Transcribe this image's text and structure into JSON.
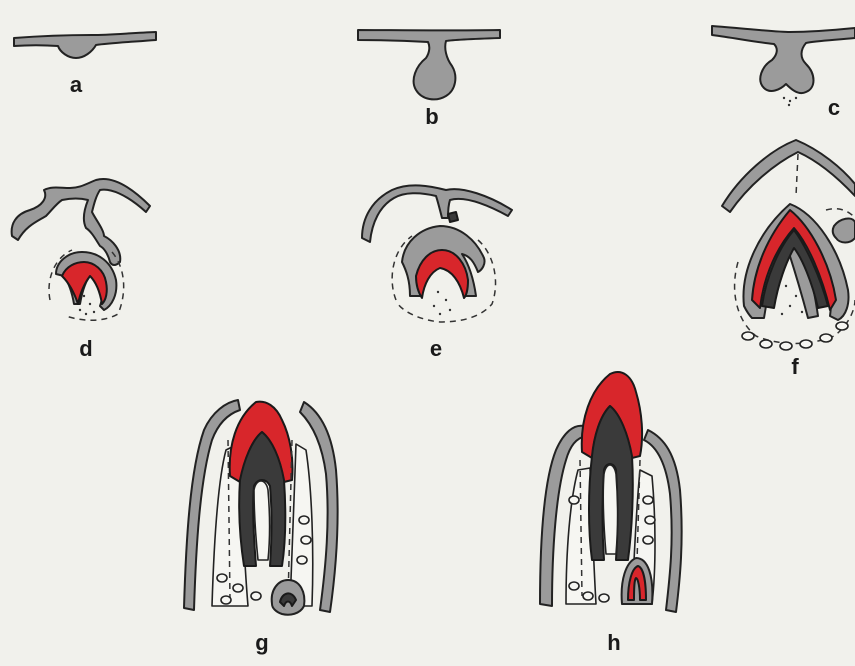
{
  "figure": {
    "panels": [
      {
        "id": "a",
        "label": "a"
      },
      {
        "id": "b",
        "label": "b"
      },
      {
        "id": "c",
        "label": "c"
      },
      {
        "id": "d",
        "label": "d"
      },
      {
        "id": "e",
        "label": "e"
      },
      {
        "id": "f",
        "label": "f"
      },
      {
        "id": "g",
        "label": "g"
      },
      {
        "id": "h",
        "label": "h"
      }
    ],
    "colors": {
      "background": "#f1f1ec",
      "epithelium_gray": "#9b9b9b",
      "dentin_dark": "#3a3a3a",
      "enamel_red": "#d8262b"
    }
  }
}
